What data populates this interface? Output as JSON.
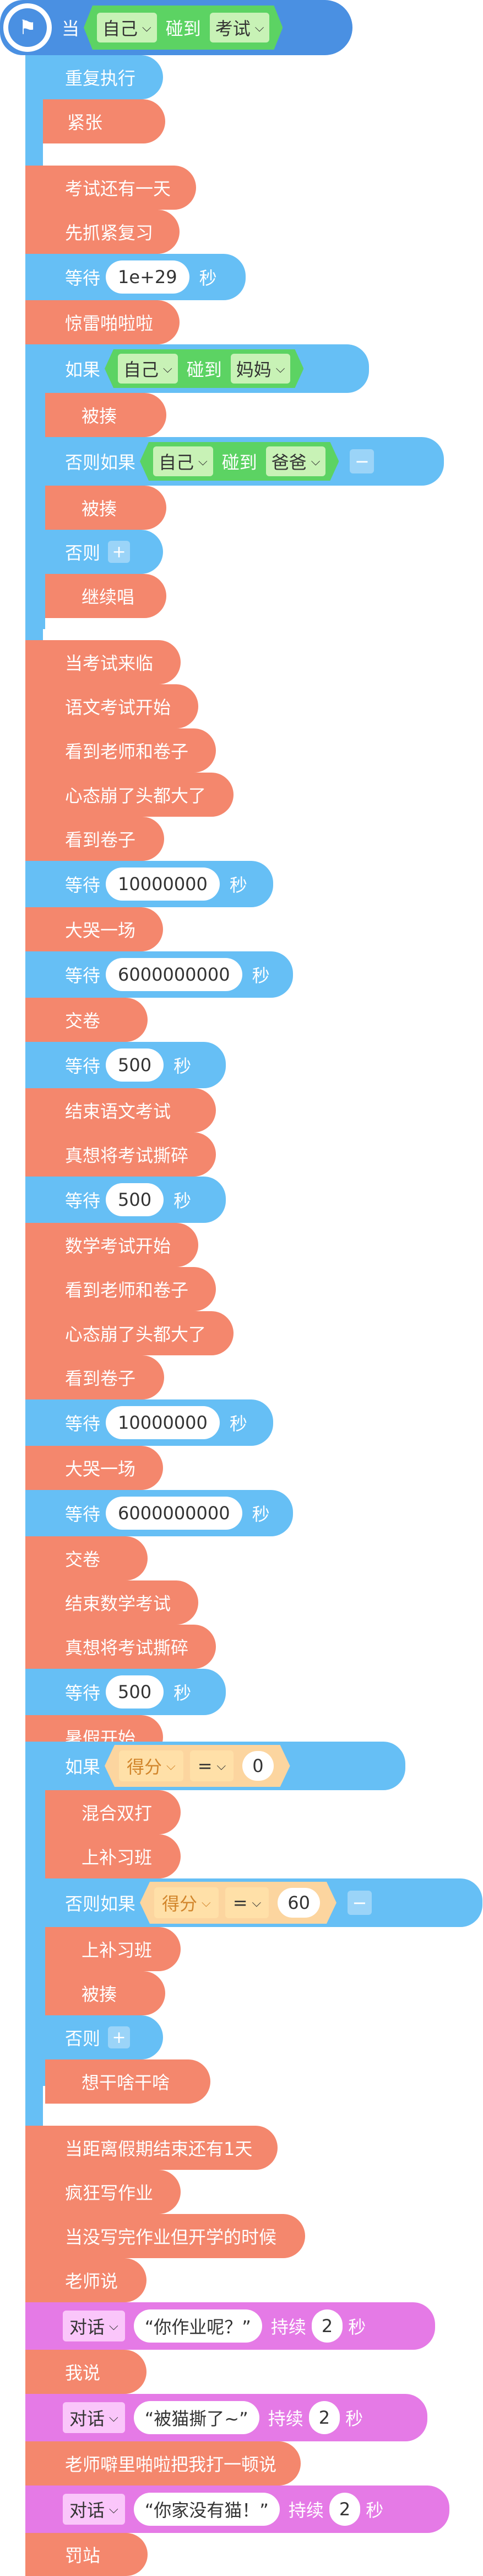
{
  "colors": {
    "control": "#66bff5",
    "action": "#f4876d",
    "looks": "#e57ae6",
    "sensing": "#5cd363",
    "operator": "#ffbe76",
    "hat": "#4a90e2"
  },
  "hat": {
    "label": "当",
    "sprite": "自己",
    "verb": "碰到",
    "target": "考试",
    "icon": "flag-icon"
  },
  "repeat_label": "重复执行",
  "s1": "紧张",
  "s2": "考试还有一天",
  "s3": "先抓紧复习",
  "wait1": {
    "label": "等待",
    "value": "1e+29",
    "unit": "秒"
  },
  "s4": "惊雷啪啦啦",
  "if1": {
    "label": "如果",
    "sprite": "自己",
    "verb": "碰到",
    "target": "妈妈"
  },
  "s5": "被揍",
  "elseif1": {
    "label": "否则如果",
    "sprite": "自己",
    "verb": "碰到",
    "target": "爸爸",
    "minus": "−"
  },
  "s6": "被揍",
  "else1": {
    "label": "否则",
    "plus": "+"
  },
  "s7": "继续唱",
  "s8": "当考试来临",
  "s9": "语文考试开始",
  "s10": "看到老师和卷子",
  "s11": "心态崩了头都大了",
  "s12": "看到卷子",
  "wait2": {
    "label": "等待",
    "value": "10000000",
    "unit": "秒"
  },
  "s13": "大哭一场",
  "wait3": {
    "label": "等待",
    "value": "6000000000",
    "unit": "秒"
  },
  "s14": "交卷",
  "wait4": {
    "label": "等待",
    "value": "500",
    "unit": "秒"
  },
  "s15": "结束语文考试",
  "s16": "真想将考试撕碎",
  "wait5": {
    "label": "等待",
    "value": "500",
    "unit": "秒"
  },
  "s17": "数学考试开始",
  "s18": "看到老师和卷子",
  "s19": "心态崩了头都大了",
  "s20": "看到卷子",
  "wait6": {
    "label": "等待",
    "value": "10000000",
    "unit": "秒"
  },
  "s21": "大哭一场",
  "wait7": {
    "label": "等待",
    "value": "6000000000",
    "unit": "秒"
  },
  "s22": "交卷",
  "s23": "结束数学考试",
  "s24": "真想将考试撕碎",
  "wait8": {
    "label": "等待",
    "value": "500",
    "unit": "秒"
  },
  "s25": "暑假开始",
  "if2": {
    "label": "如果",
    "var": "得分",
    "op": "=",
    "value": "0"
  },
  "s26": "混合双打",
  "s27": "上补习班",
  "elseif2": {
    "label": "否则如果",
    "var": "得分",
    "op": "=",
    "value": "60",
    "minus": "−"
  },
  "s28": "上补习班",
  "s29": "被揍",
  "else2": {
    "label": "否则",
    "plus": "+"
  },
  "s30": "想干啥干啥",
  "s31": "当距离假期结束还有1天",
  "s32": "疯狂写作业",
  "s33": "当没写完作业但开学的时候",
  "s34": "老师说",
  "say1": {
    "label": "对话",
    "text": "“你作业呢？”",
    "dur_label": "持续",
    "dur": "2",
    "unit": "秒"
  },
  "s35": "我说",
  "say2": {
    "label": "对话",
    "text": "“被猫撕了~”",
    "dur_label": "持续",
    "dur": "2",
    "unit": "秒"
  },
  "s36": "老师噼里啪啦把我打一顿说",
  "say3": {
    "label": "对话",
    "text": "“你家没有猫！”",
    "dur_label": "持续",
    "dur": "2",
    "unit": "秒"
  },
  "s37": "罚站"
}
